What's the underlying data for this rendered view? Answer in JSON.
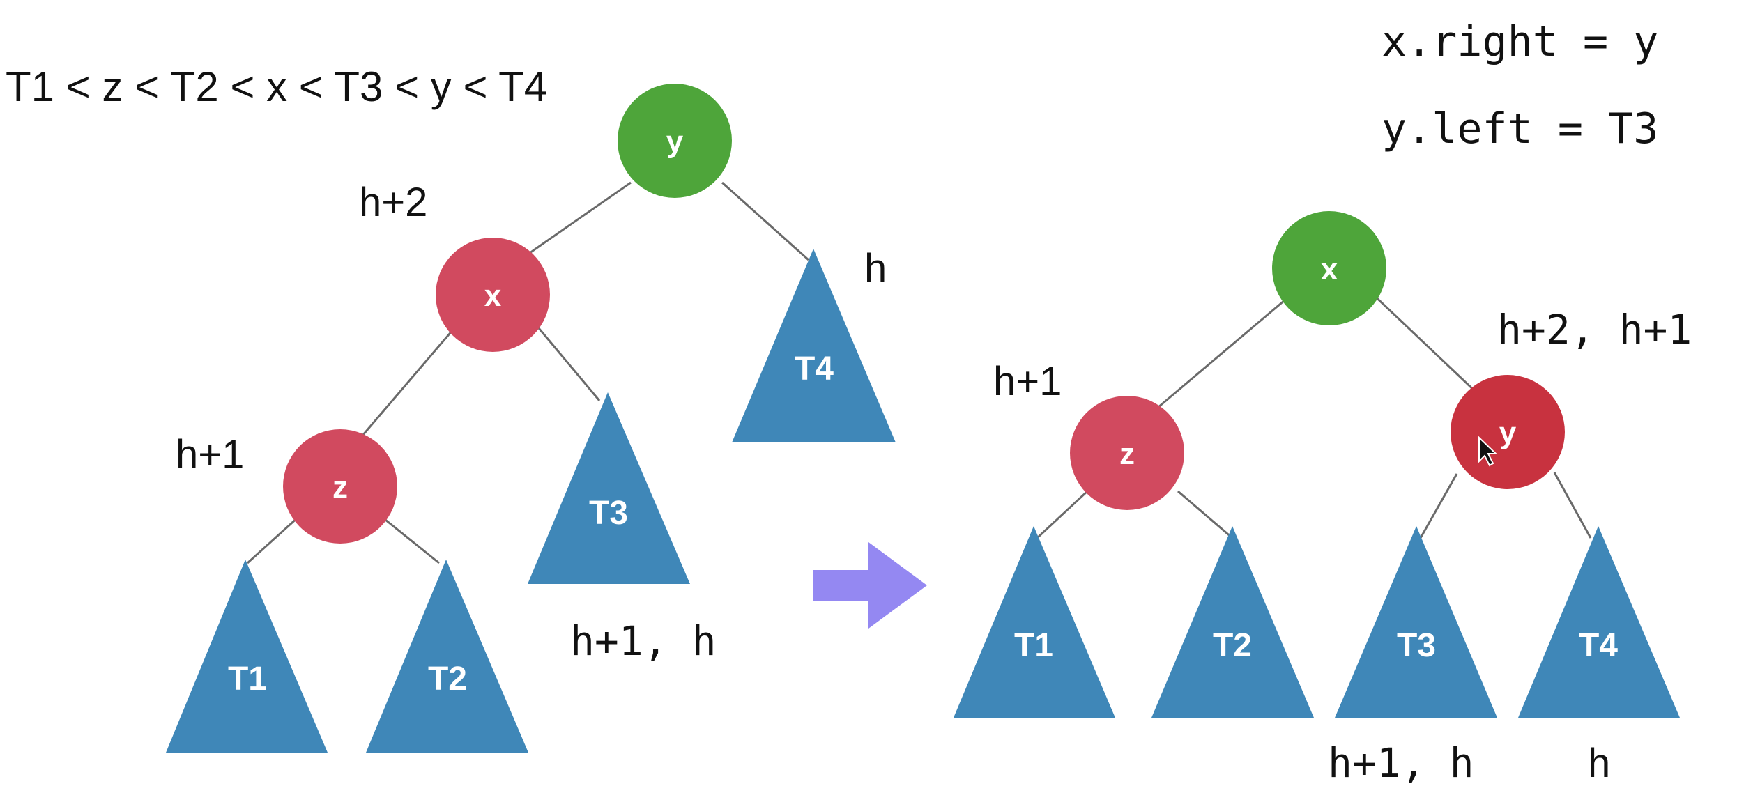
{
  "order_text": "T1 < z < T2 < x < T3 < y < T4",
  "code_lines": [
    "x.right = y",
    "y.left = T3"
  ],
  "left_tree": {
    "nodes": {
      "y": "y",
      "x": "x",
      "z": "z"
    },
    "subtrees": {
      "T1": "T1",
      "T2": "T2",
      "T3": "T3",
      "T4": "T4"
    },
    "height_labels": {
      "x": "h+2",
      "z": "h+1",
      "T3": "h+1, h",
      "T4": "h"
    }
  },
  "right_tree": {
    "nodes": {
      "x": "x",
      "z": "z",
      "y": "y"
    },
    "subtrees": {
      "T1": "T1",
      "T2": "T2",
      "T3": "T3",
      "T4": "T4"
    },
    "height_labels": {
      "y": "h+2, h+1",
      "z": "h+1",
      "T3": "h+1, h",
      "T4": "h"
    }
  },
  "colors": {
    "node_red": "#d14a5f",
    "node_root_after": "#4ea53a",
    "node_y_after": "#c8323f",
    "subtree": "#3f87b8",
    "arrow": "#9488f2",
    "edge": "#6a6a6a"
  },
  "icons": {
    "arrow": "right-arrow-icon",
    "cursor": "mouse-cursor-icon"
  }
}
